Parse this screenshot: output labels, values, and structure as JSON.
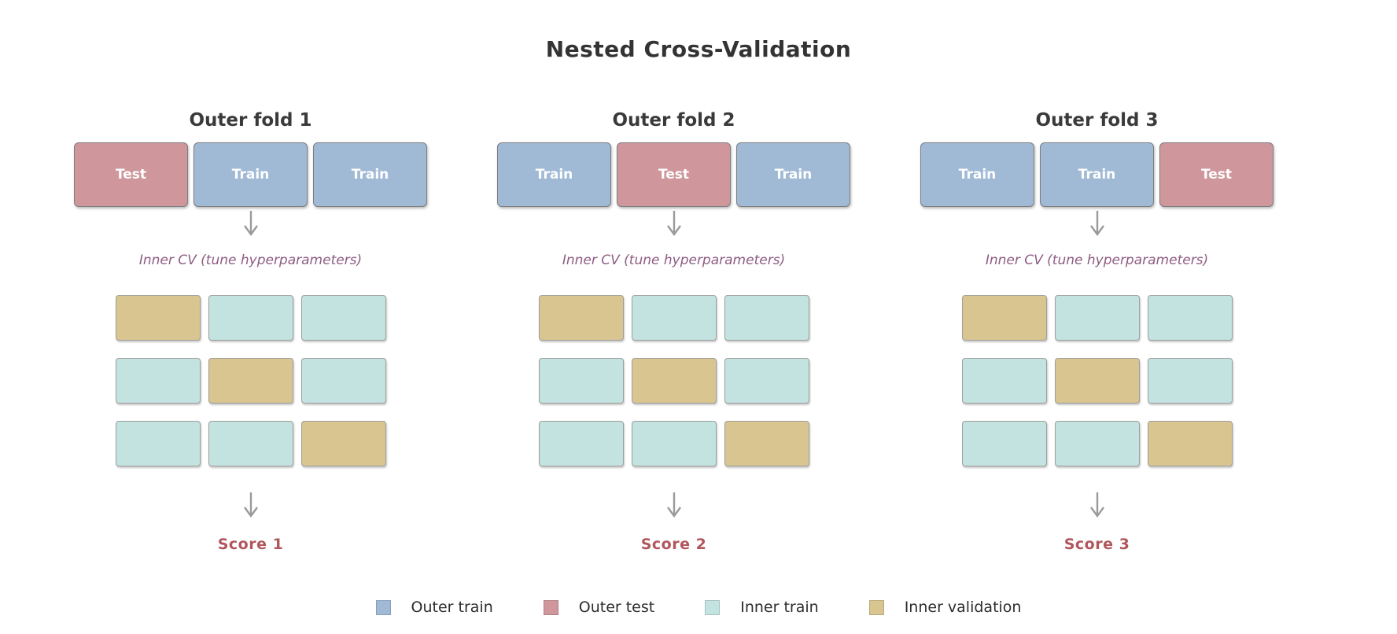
{
  "title": "Nested Cross-Validation",
  "colors": {
    "outer_train": "#a0bad6",
    "outer_test": "#cf979c",
    "inner_train": "#c2e3df",
    "inner_validation": "#d9c58f",
    "arrow": "#9a9a9a",
    "inner_cv_label": "#8e5c82",
    "score": "#b0565c",
    "heading": "#3a3a3a"
  },
  "folds": [
    {
      "title": "Outer fold 1",
      "outer_boxes": [
        {
          "label": "Test",
          "type": "outer_test"
        },
        {
          "label": "Train",
          "type": "outer_train"
        },
        {
          "label": "Train",
          "type": "outer_train"
        }
      ],
      "inner_cv_label": "Inner CV (tune hyperparameters)",
      "inner_grid": [
        [
          "inner_validation",
          "inner_train",
          "inner_train"
        ],
        [
          "inner_train",
          "inner_validation",
          "inner_train"
        ],
        [
          "inner_train",
          "inner_train",
          "inner_validation"
        ]
      ],
      "score_label": "Score 1"
    },
    {
      "title": "Outer fold 2",
      "outer_boxes": [
        {
          "label": "Train",
          "type": "outer_train"
        },
        {
          "label": "Test",
          "type": "outer_test"
        },
        {
          "label": "Train",
          "type": "outer_train"
        }
      ],
      "inner_cv_label": "Inner CV (tune hyperparameters)",
      "inner_grid": [
        [
          "inner_validation",
          "inner_train",
          "inner_train"
        ],
        [
          "inner_train",
          "inner_validation",
          "inner_train"
        ],
        [
          "inner_train",
          "inner_train",
          "inner_validation"
        ]
      ],
      "score_label": "Score 2"
    },
    {
      "title": "Outer fold 3",
      "outer_boxes": [
        {
          "label": "Train",
          "type": "outer_train"
        },
        {
          "label": "Train",
          "type": "outer_train"
        },
        {
          "label": "Test",
          "type": "outer_test"
        }
      ],
      "inner_cv_label": "Inner CV (tune hyperparameters)",
      "inner_grid": [
        [
          "inner_validation",
          "inner_train",
          "inner_train"
        ],
        [
          "inner_train",
          "inner_validation",
          "inner_train"
        ],
        [
          "inner_train",
          "inner_train",
          "inner_validation"
        ]
      ],
      "score_label": "Score 3"
    }
  ],
  "legend": [
    {
      "label": "Outer train",
      "color_key": "outer_train"
    },
    {
      "label": "Outer test",
      "color_key": "outer_test"
    },
    {
      "label": "Inner train",
      "color_key": "inner_train"
    },
    {
      "label": "Inner validation",
      "color_key": "inner_validation"
    }
  ]
}
